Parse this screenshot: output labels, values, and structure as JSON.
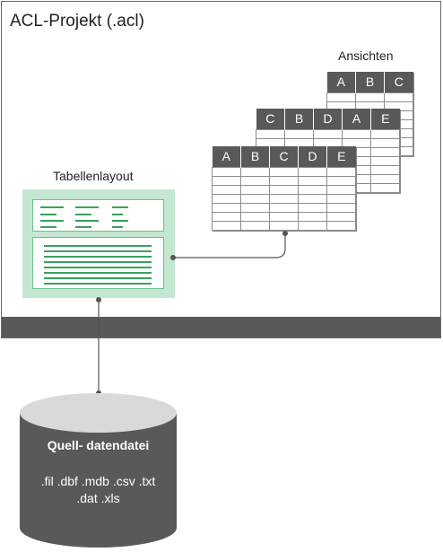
{
  "project": {
    "title": "ACL-Projekt (.acl)"
  },
  "views": {
    "label": "Ansichten",
    "view_front": {
      "columns": [
        "A",
        "B",
        "C",
        "D",
        "E"
      ]
    },
    "view_middle": {
      "columns": [
        "C",
        "B",
        "D",
        "A",
        "E"
      ]
    },
    "view_back": {
      "columns": [
        "A",
        "B",
        "C"
      ]
    }
  },
  "table_layout": {
    "label": "Tabellenlayout"
  },
  "source": {
    "title": "Quell- datendatei",
    "extensions_line1": ".fil .dbf .mdb .csv .txt",
    "extensions_line2": ".dat .xls"
  },
  "colors": {
    "header_dark": "#595959",
    "layout_green": "#c4e7d1",
    "line_green": "#3aa160"
  }
}
